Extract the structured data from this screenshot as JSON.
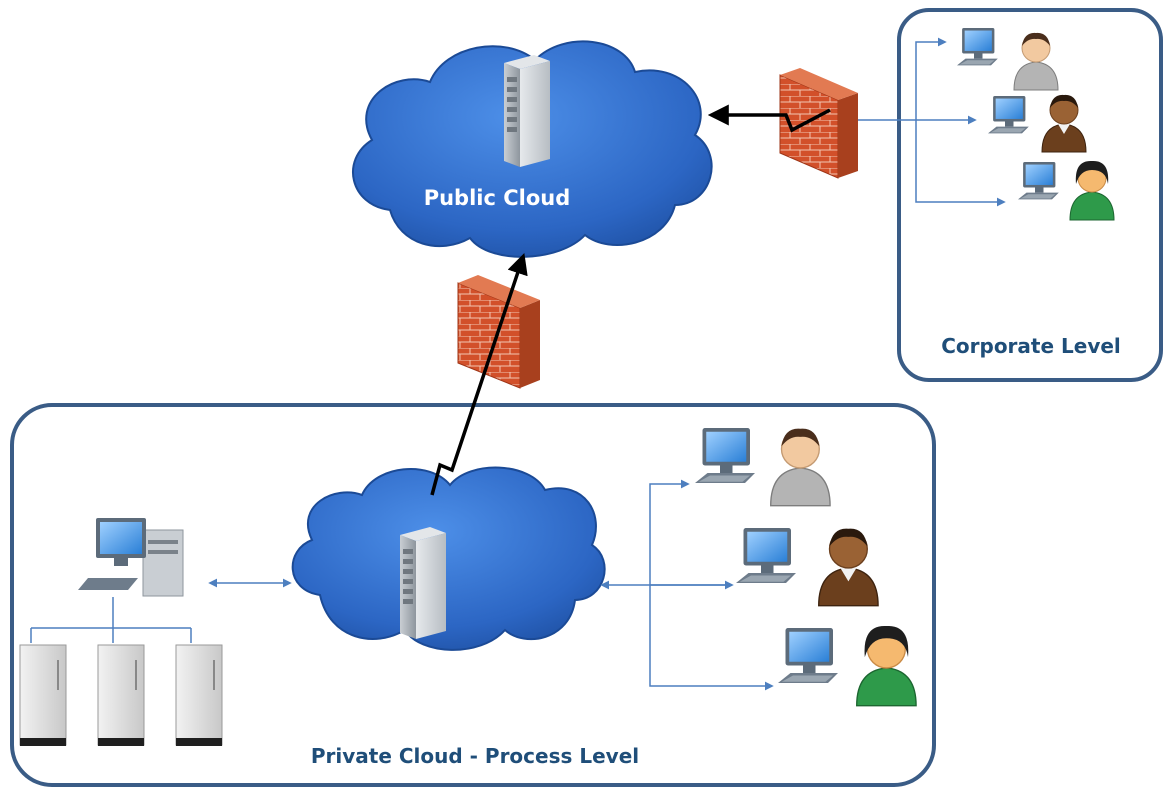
{
  "diagram": {
    "public_cloud_label": "Public Cloud",
    "corporate_level_label": "Corporate Level",
    "private_cloud_label": "Private Cloud - Process Level"
  },
  "colors": {
    "zone_border": "#3a5c86",
    "cloud_fill": "#2f6fcf",
    "cloud_fill_dark": "#1a4ea3",
    "arrow_blue": "#4d7fbf",
    "firewall_red": "#d2502a",
    "label_white": "#ffffff",
    "label_navy": "#1f4e79"
  },
  "icons": [
    "server-tower-icon",
    "firewall-icon",
    "workstation-icon",
    "desktop-computer-icon",
    "user-icon",
    "industrial-cabinet-icon",
    "cloud-icon"
  ]
}
